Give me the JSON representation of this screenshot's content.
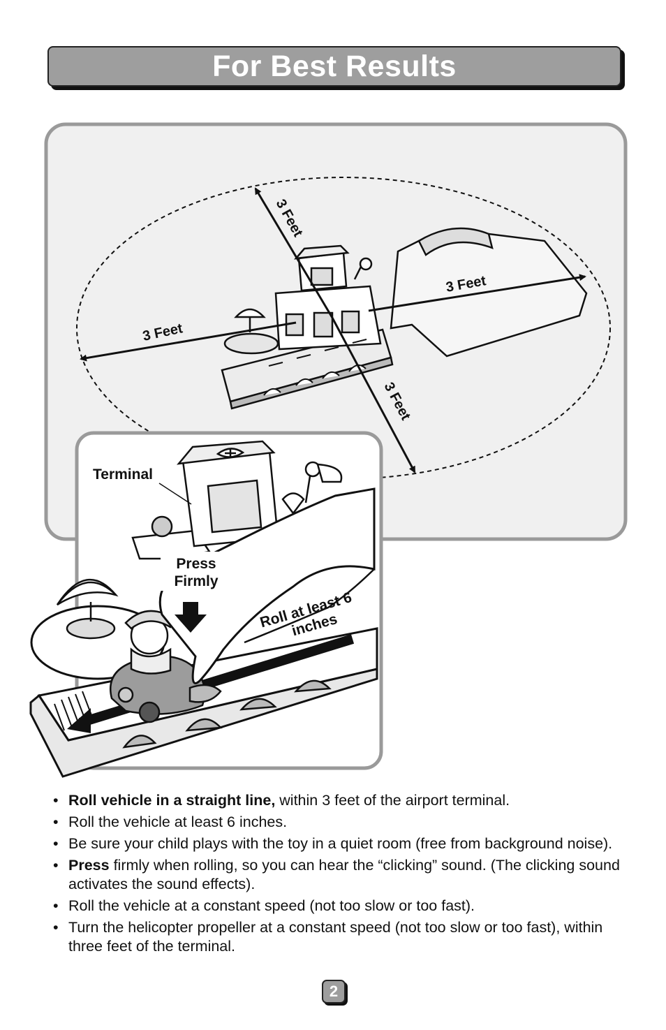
{
  "header": {
    "title": "For Best Results"
  },
  "diagram": {
    "label_3ft_top": "3 Feet",
    "label_3ft_left": "3 Feet",
    "label_3ft_right": "3 Feet",
    "label_3ft_bottom": "3 Feet",
    "label_terminal": "Terminal",
    "label_press_line1": "Press",
    "label_press_line2": "Firmly",
    "label_roll_line1": "Roll at least 6",
    "label_roll_line2": "inches"
  },
  "instructions": [
    {
      "bold": "Roll vehicle in a straight line,",
      "text": " within 3 feet of the airport terminal."
    },
    {
      "bold": "",
      "text": "Roll the vehicle at least 6 inches."
    },
    {
      "bold": "",
      "text": "Be sure your child plays with the toy in a quiet room (free from background noise)."
    },
    {
      "bold": "Press",
      "text": " firmly when rolling, so you can hear the “clicking” sound. (The clicking sound activates the sound effects)."
    },
    {
      "bold": "",
      "text": "Roll the vehicle at a constant speed (not too slow or too fast)."
    },
    {
      "bold": "",
      "text": "Turn the helicopter propeller at a constant speed (not too slow or too fast), within three feet of the terminal."
    }
  ],
  "footer": {
    "page_number": "2"
  }
}
